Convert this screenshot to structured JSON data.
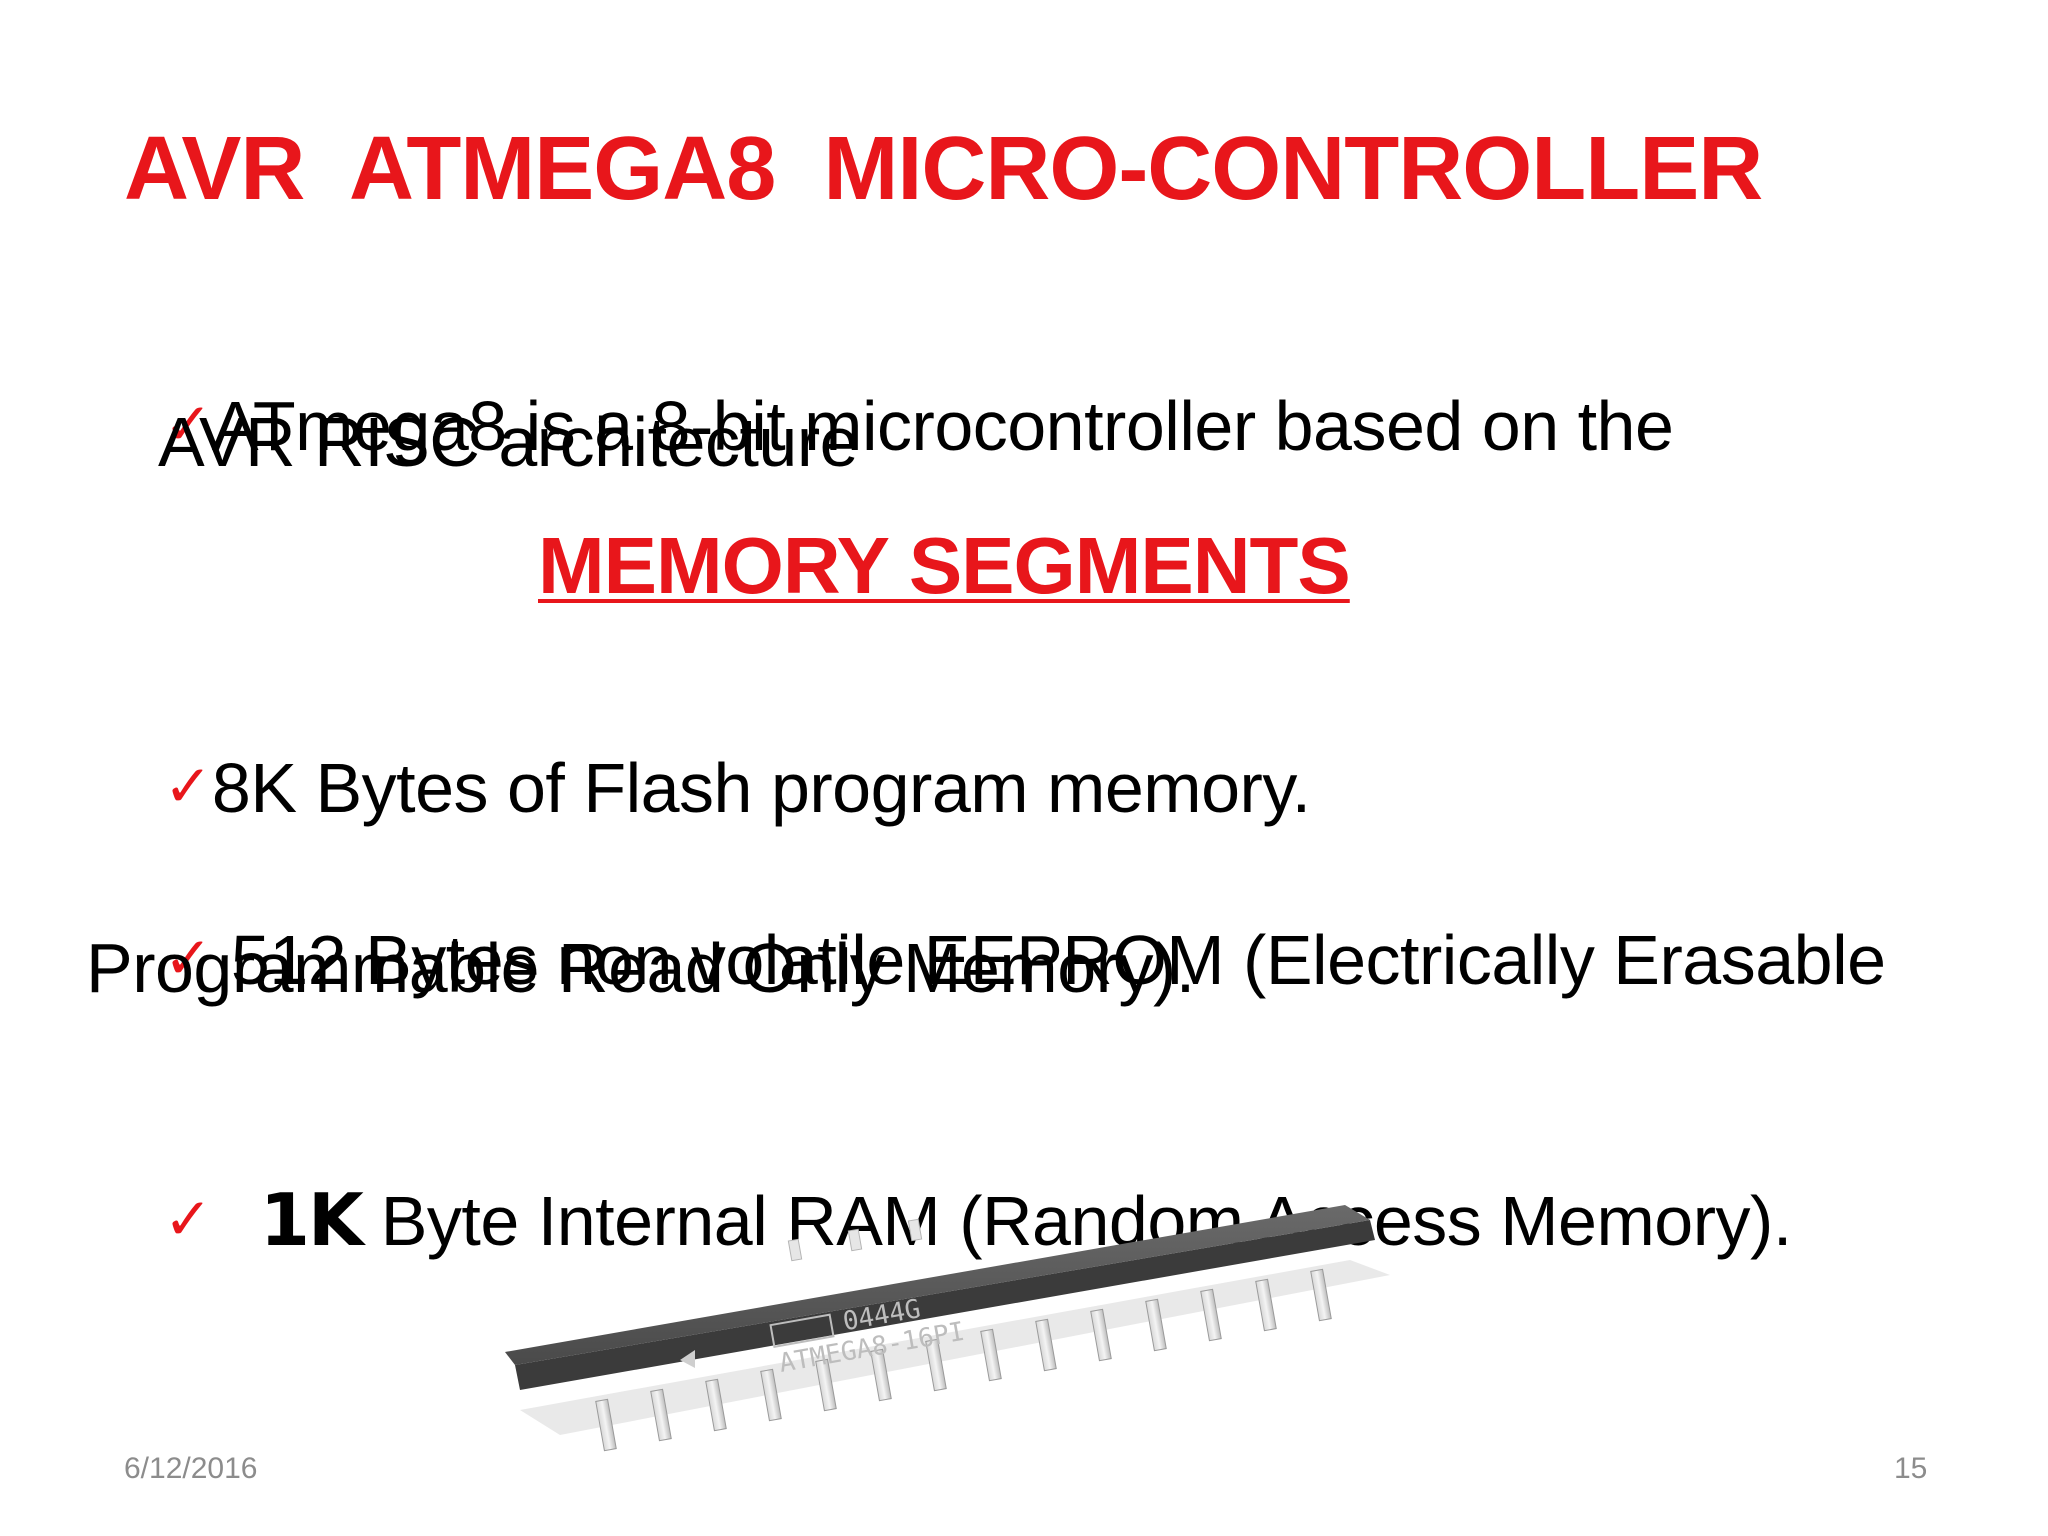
{
  "slide": {
    "title": "AVR  ATMEGA8  MICRO-CONTROLLER",
    "intro_bullet": {
      "check": "✓",
      "line1": "ATmega8 is a 8-bit microcontroller based on the",
      "line2": "AVR RISC architecture"
    },
    "section_heading": "MEMORY SEGMENTS",
    "bullets": [
      {
        "check": "✓",
        "text": "8K Bytes of Flash program memory."
      },
      {
        "check": "✓",
        "line1": " 512 Bytes non volatile EEPROM (Electrically Erasable",
        "line2": "Programmable Read Only Memory)."
      },
      {
        "check": "✓",
        "emphasis": "1K",
        "text": " Byte Internal RAM (Random Access Memory)."
      }
    ],
    "chip_image": {
      "icon": "ic-chip-icon",
      "marking_line1": "0444G",
      "marking_line2": "ATMEGA8-16PI"
    },
    "footer": {
      "date": "6/12/2016",
      "page_number": "15"
    },
    "colors": {
      "accent": "#e8161b",
      "text": "#000000",
      "footer": "#8c8c8c"
    }
  }
}
